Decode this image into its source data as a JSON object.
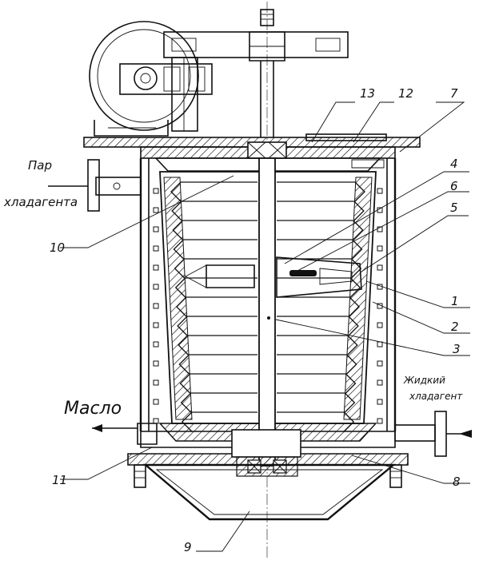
{
  "labels": {
    "vapor_line1": "Пар",
    "vapor_line2": "хладагента",
    "oil": "Масло",
    "liquid_line1": "Жидкий",
    "liquid_line2": "хладагент"
  },
  "callouts": [
    "1",
    "2",
    "3",
    "4",
    "5",
    "6",
    "7",
    "8",
    "9",
    "10",
    "11",
    "12",
    "13"
  ],
  "colors": {
    "ink": "#111111",
    "paper": "#ffffff"
  }
}
